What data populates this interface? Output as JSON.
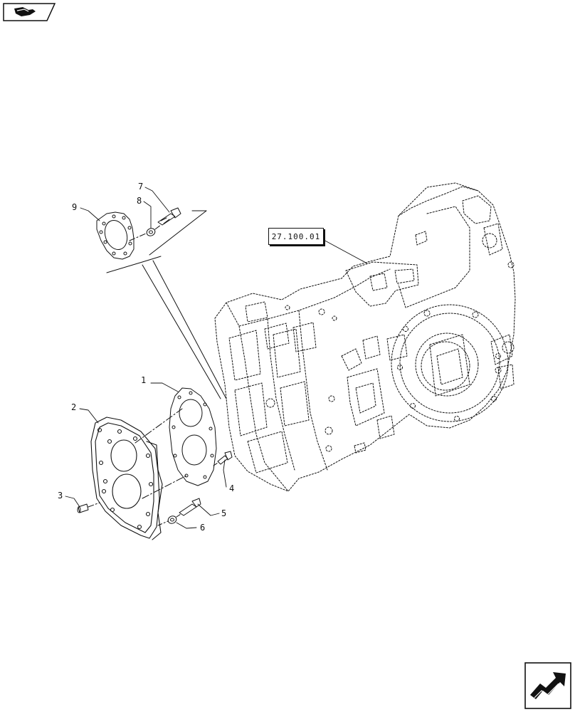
{
  "reference_box": {
    "label": "27.100.01"
  },
  "callouts": [
    {
      "id": "1",
      "text": "1"
    },
    {
      "id": "2",
      "text": "2"
    },
    {
      "id": "3",
      "text": "3"
    },
    {
      "id": "4",
      "text": "4"
    },
    {
      "id": "5",
      "text": "5"
    },
    {
      "id": "6",
      "text": "6"
    },
    {
      "id": "7",
      "text": "7"
    },
    {
      "id": "8",
      "text": "8"
    },
    {
      "id": "9",
      "text": "9"
    }
  ],
  "icons": {
    "top_nav": "book-return-icon",
    "bottom_nav": "next-page-arrow-icon"
  },
  "colors": {
    "line": "#111111",
    "background": "#ffffff"
  }
}
